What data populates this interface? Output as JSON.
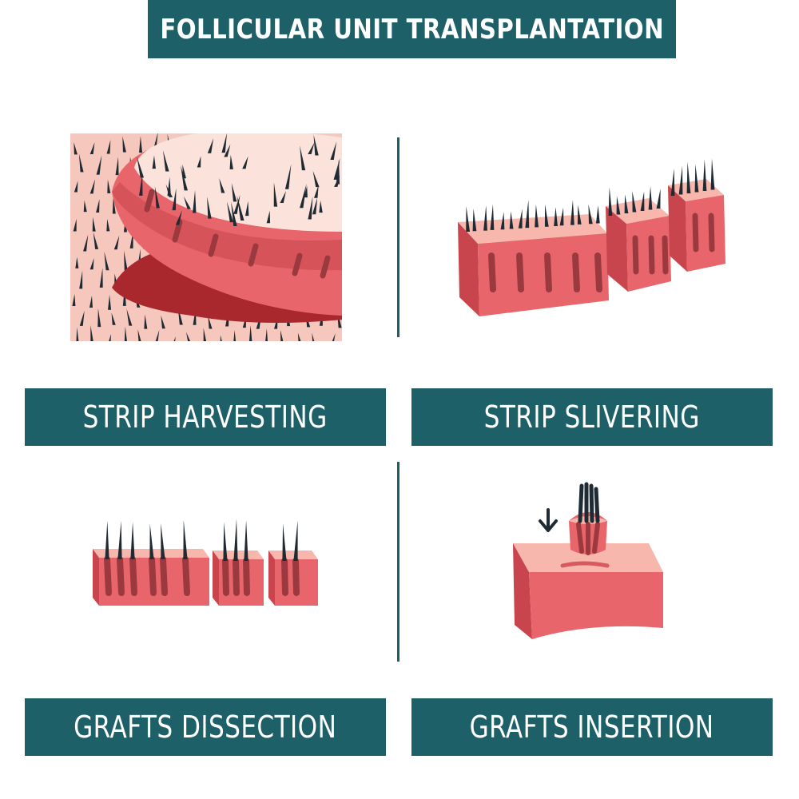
{
  "title": "FOLLICULAR UNIT TRANSPLANTATION",
  "steps": [
    {
      "label": "STRIP HARVESTING"
    },
    {
      "label": "STRIP SLIVERING"
    },
    {
      "label": "GRAFTS DISSECTION"
    },
    {
      "label": "GRAFTS  INSERTION"
    }
  ],
  "colors": {
    "teal": "#1d6068",
    "skin_light": "#f6c7bd",
    "skin_top": "#f7b7ad",
    "tissue": "#e8656b",
    "tissue_dark": "#c8454d",
    "wound": "#a8282e",
    "follicle": "#9a3a3e",
    "hair": "#1f2a33"
  }
}
